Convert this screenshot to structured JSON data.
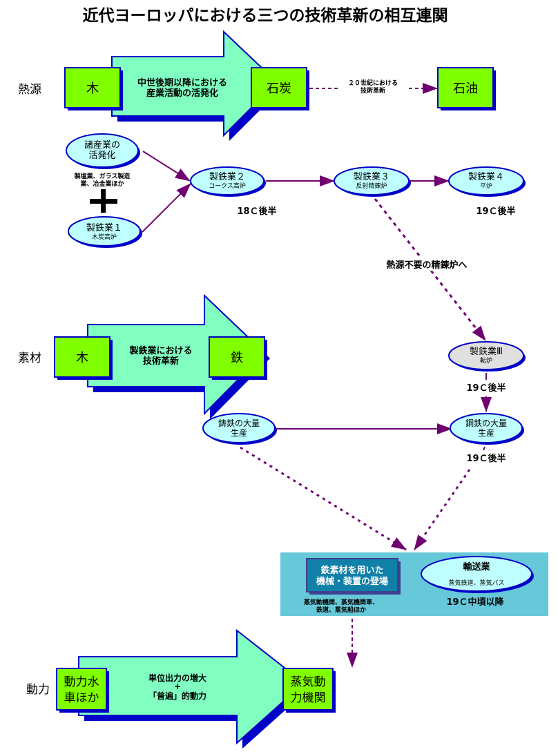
{
  "title": "近代ヨーロッパにおける三つの技術革新の相互連関",
  "colors": {
    "arrow_fill": "#80ffc0",
    "border_blue": "#0000c8",
    "box_green": "#80ff00",
    "ellipse_fill": "#c0ffff",
    "ellipse_gray": "#e0e0e0",
    "connector": "#700070",
    "panel_bg": "#66c8d8",
    "panel_box": "#1080a8"
  },
  "rows": {
    "heat": {
      "label": "熱源",
      "from": "木",
      "arrow_text": [
        "中世後期以降における",
        "産業活動の活発化"
      ],
      "to": "石炭",
      "next_caption": [
        "２０世紀における",
        "技術革新"
      ],
      "next": "石油"
    },
    "material": {
      "label": "素材",
      "from": "木",
      "arrow_text": [
        "製鉄業における",
        "技術革新"
      ],
      "to": "鉄"
    },
    "power": {
      "label": "動力",
      "from": [
        "動力水",
        "車ほか"
      ],
      "arrow_text": [
        "単位出力の増大",
        "+",
        "「普遍」的動力"
      ],
      "to": [
        "蒸気動",
        "力機関"
      ]
    }
  },
  "nodes": {
    "industries": [
      "諸産業の",
      "活発化"
    ],
    "industries_note": [
      "製塩業、ガラス製造",
      "業、冶金業ほか"
    ],
    "plus": "+",
    "iron1": {
      "title": "製鉄業１",
      "sub": "木炭高炉"
    },
    "iron2": {
      "title": "製鉄業２",
      "sub": "コークス高炉",
      "era": "18Ｃ後半"
    },
    "iron3": {
      "title": "製鉄業３",
      "sub": "反射精錬炉"
    },
    "iron4": {
      "title": "製鉄業４",
      "sub": "平炉",
      "era": "19Ｃ後半"
    },
    "iron3_note": "熱源不要の精錬炉へ",
    "ironIII": {
      "title": "製鉄業Ⅲ",
      "sub": "転炉",
      "era": "19Ｃ後半"
    },
    "cast_iron": [
      "鋳鉄の大量",
      "生産"
    ],
    "steel": [
      "鋼鉄の大量",
      "生産"
    ],
    "steel_era": "19Ｃ後半"
  },
  "panel": {
    "machine": [
      "鉄素材を用いた",
      "機械・装置の登場"
    ],
    "machine_note": [
      "蒸気動機関、蒸気機関車、",
      "鉄道、蒸気船ほか"
    ],
    "transport_title": "輸送業",
    "transport_sub": "蒸気鉄道、蒸気バス",
    "transport_era": "19Ｃ中頃以降"
  }
}
